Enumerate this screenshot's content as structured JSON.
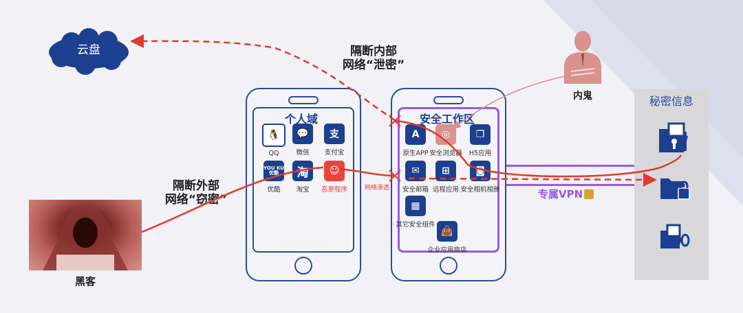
{
  "labels": {
    "cloud": "云盘",
    "internal_leak_line1": "隔断内部",
    "internal_leak_line2": "网络“泄密”",
    "external_theft_line1": "隔断外部",
    "external_theft_line2": "网络“窃密”",
    "hacker": "黑客",
    "insider": "内鬼",
    "secret_info": "秘密信息",
    "vpn": "专属VPN",
    "penetration": "网络渗透"
  },
  "personal_phone": {
    "title": "个人域",
    "apps": [
      {
        "name": "QQ",
        "icon": "qq-penguin-icon"
      },
      {
        "name": "微信",
        "icon": "wechat-icon"
      },
      {
        "name": "支付宝",
        "icon": "alipay-icon"
      },
      {
        "name": "优酷",
        "icon": "youku-icon",
        "glyph": "YOU KU 优酷"
      },
      {
        "name": "淘宝",
        "icon": "taobao-icon",
        "glyph": "淘"
      },
      {
        "name": "恶意程序",
        "icon": "malware-mask-icon"
      }
    ]
  },
  "secure_phone": {
    "title": "安全工作区",
    "apps": [
      {
        "name": "原生APP",
        "icon": "app-store-icon"
      },
      {
        "name": "安全浏览器",
        "icon": "browser-icon"
      },
      {
        "name": "H5应用",
        "icon": "h5-windows-icon"
      },
      {
        "name": "安全邮箱",
        "icon": "mail-icon"
      },
      {
        "name": "远程应用",
        "icon": "windows-logo-icon"
      },
      {
        "name": "安全相机相册",
        "icon": "camera-icon"
      },
      {
        "name": "其它安全组件",
        "icon": "components-icon"
      },
      {
        "name": "企业应用商店",
        "icon": "shopping-bag-icon"
      }
    ]
  },
  "colors": {
    "brand_blue": "#1d3f8f",
    "attack_red": "#e03a2e",
    "vpn_purple": "#9b59e0",
    "insider_pink": "#d9928c",
    "malware_red": "#e8463a"
  }
}
